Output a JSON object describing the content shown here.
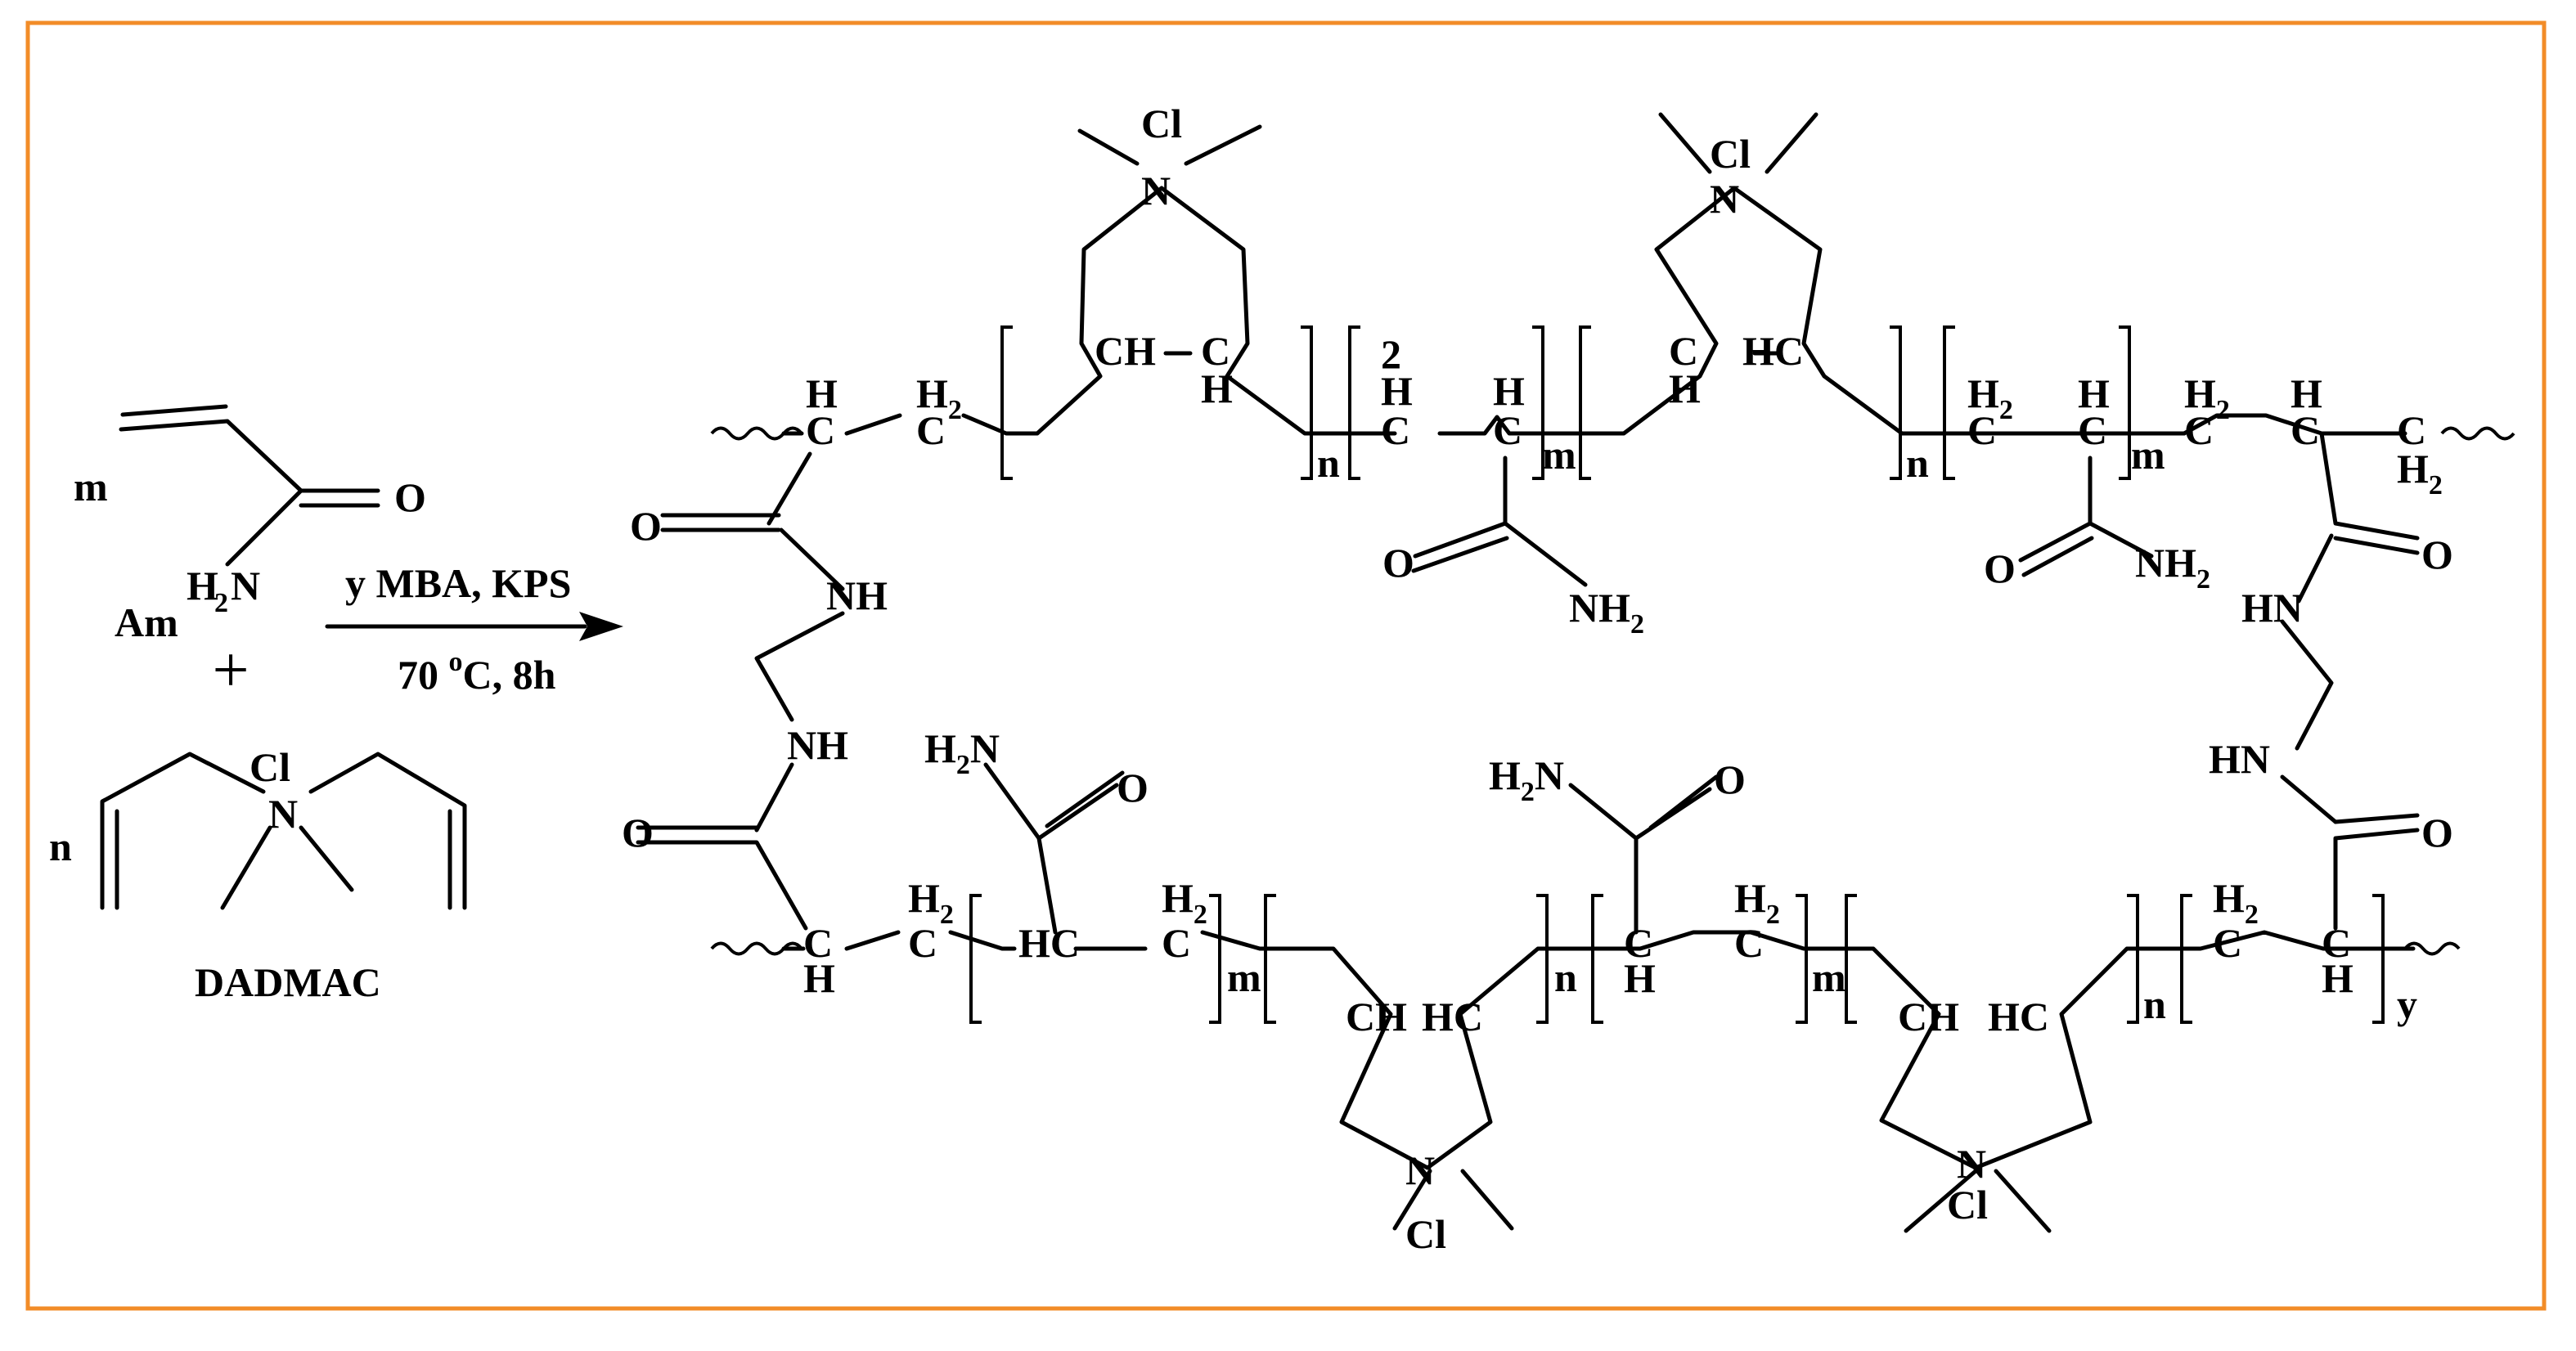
{
  "frame": {
    "border_color": "#f28c28"
  },
  "reactants": {
    "am_coef": "m",
    "am_name": "Am",
    "am_o": "O",
    "am_h": "H",
    "am_h_sub": "2",
    "am_n": "N",
    "plus": "+",
    "dadmac_coef": "n",
    "dadmac_cl": "Cl",
    "dadmac_n": "N",
    "dadmac_name": "DADMAC"
  },
  "conditions": {
    "reagents": "y MBA, KPS",
    "temp_num": "70 ",
    "temp_sup": "o",
    "temp_rest": "C, 8h"
  },
  "atoms": {
    "C": "C",
    "H": "H",
    "N": "N",
    "O": "O",
    "Cl": "Cl",
    "HC": "HC",
    "CH": "CH",
    "NH": "NH",
    "HN": "HN",
    "sub2": "2"
  },
  "subscripts": {
    "m": "m",
    "n": "n",
    "y": "y"
  }
}
